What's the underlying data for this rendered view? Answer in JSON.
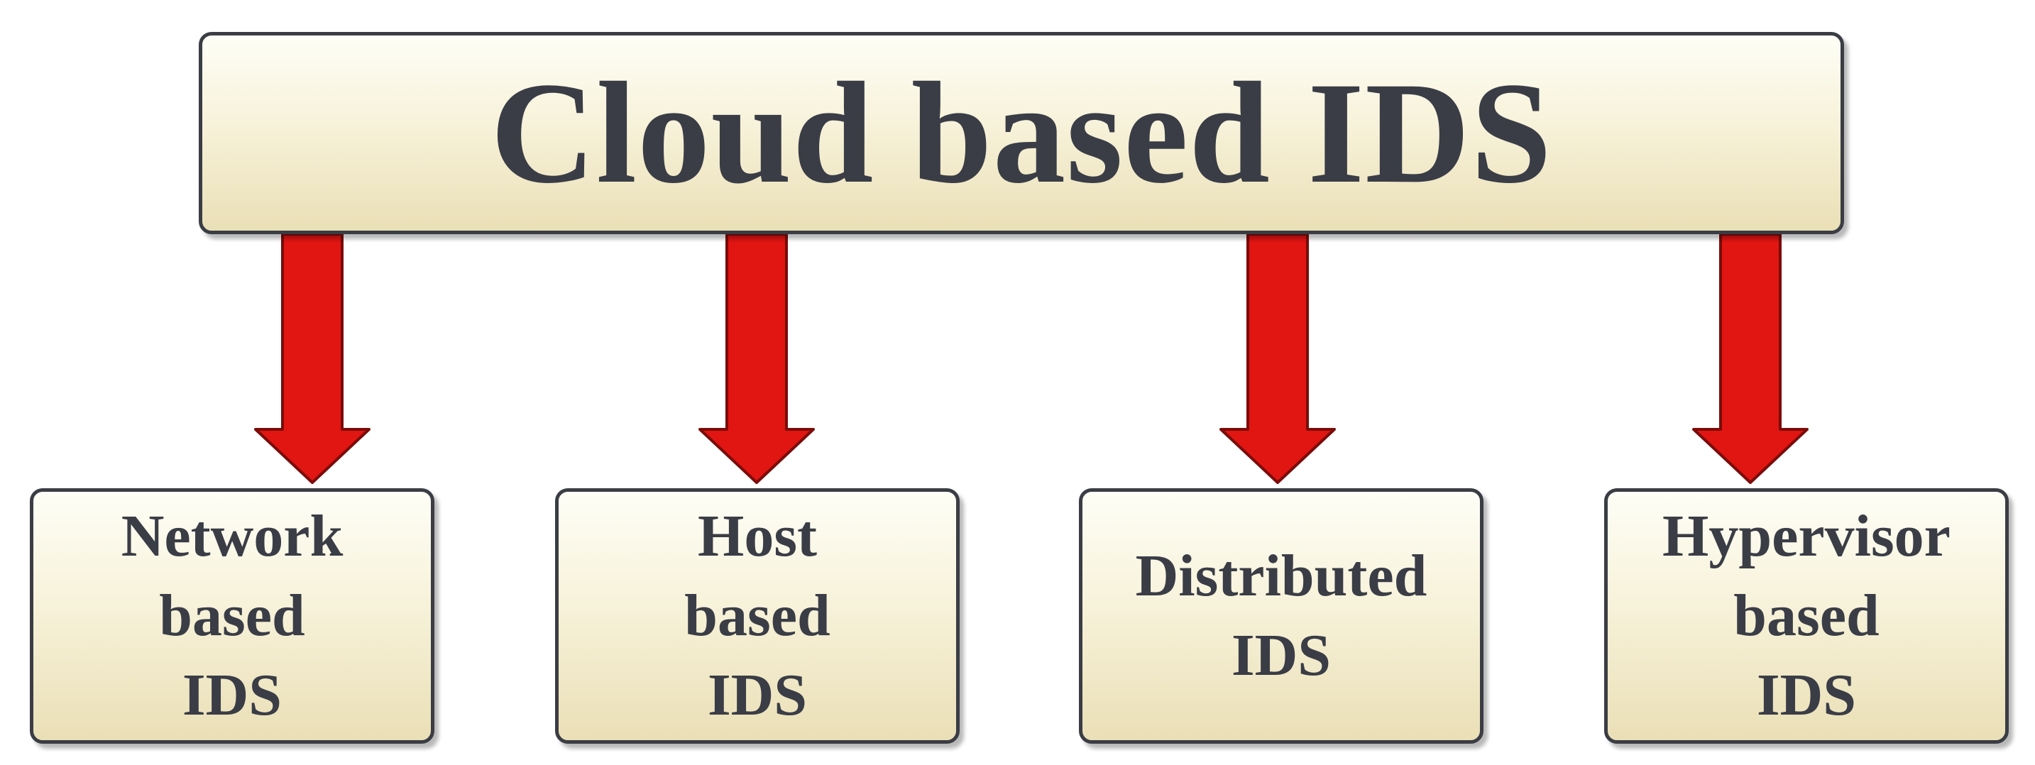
{
  "diagram": {
    "root": {
      "label": "Cloud based IDS"
    },
    "children": [
      {
        "label": "Network\nbased\nIDS"
      },
      {
        "label": "Host\nbased\nIDS"
      },
      {
        "label": "Distributed\nIDS"
      },
      {
        "label": "Hypervisor\nbased\nIDS"
      }
    ]
  },
  "colors": {
    "arrow_fill": "#e11512",
    "arrow_stroke": "#7a0c0a",
    "box_border": "#3a3d44",
    "box_text": "#3a3d46"
  }
}
